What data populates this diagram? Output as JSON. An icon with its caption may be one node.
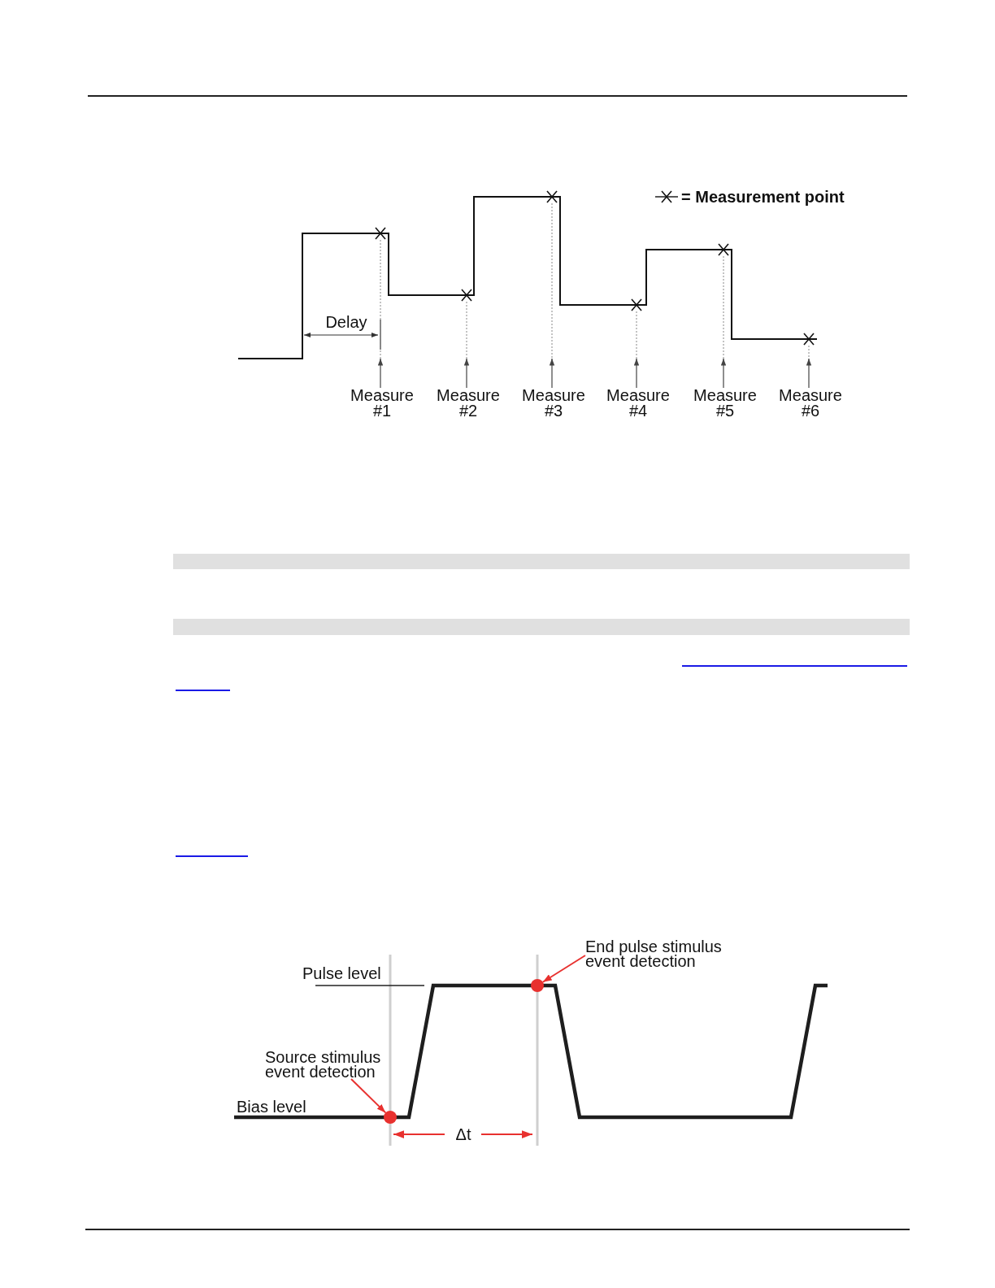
{
  "diagram": {
    "nodes": [
      {
        "text": [],
        "shape": "cross"
      },
      {
        "text": [],
        "shape": "cross"
      },
      {
        "text": [],
        "shape": "cross"
      },
      {
        "text": [],
        "shape": "cross"
      },
      {
        "text": [],
        "shape": "cross"
      },
      {
        "text": [],
        "shape": "cross"
      },
      {
        "text": [
          "Measure #1"
        ]
      },
      {
        "text": [
          "Measure #2"
        ]
      },
      {
        "text": [
          "Measure #3"
        ]
      },
      {
        "text": [
          "Measure #4"
        ]
      },
      {
        "text": [
          "Measure #5"
        ]
      },
      {
        "text": [
          "Measure #6"
        ]
      },
      {
        "text": [],
        "shape": "bar"
      },
      {
        "text": [],
        "shape": "bar"
      },
      {
        "text": [
          "End pulse stimulus event detection"
        ]
      },
      {
        "text": [],
        "shape": "circle"
      },
      {
        "text": [
          "Source stimulus event detection"
        ]
      },
      {
        "text": [],
        "shape": "circle"
      }
    ],
    "edges": [
      {
        "from": 6,
        "to": 0,
        "arrow": "to"
      },
      {
        "from": 7,
        "to": 1,
        "arrow": "to"
      },
      {
        "from": 8,
        "to": 2,
        "arrow": "to"
      },
      {
        "from": 9,
        "to": 3,
        "arrow": "to"
      },
      {
        "from": 10,
        "to": 4,
        "arrow": "to"
      },
      {
        "from": 11,
        "to": 5,
        "arrow": "to"
      },
      {
        "from": 14,
        "to": 15,
        "arrow": "to",
        "color": "#e8312f"
      },
      {
        "from": 16,
        "to": 17,
        "arrow": "to",
        "color": "#e8312f"
      }
    ],
    "labels": [
      "Delay",
      "Pulse level",
      "Bias level",
      "Δt"
    ],
    "legend": [
      {
        "text": "= Measurement point"
      }
    ]
  }
}
